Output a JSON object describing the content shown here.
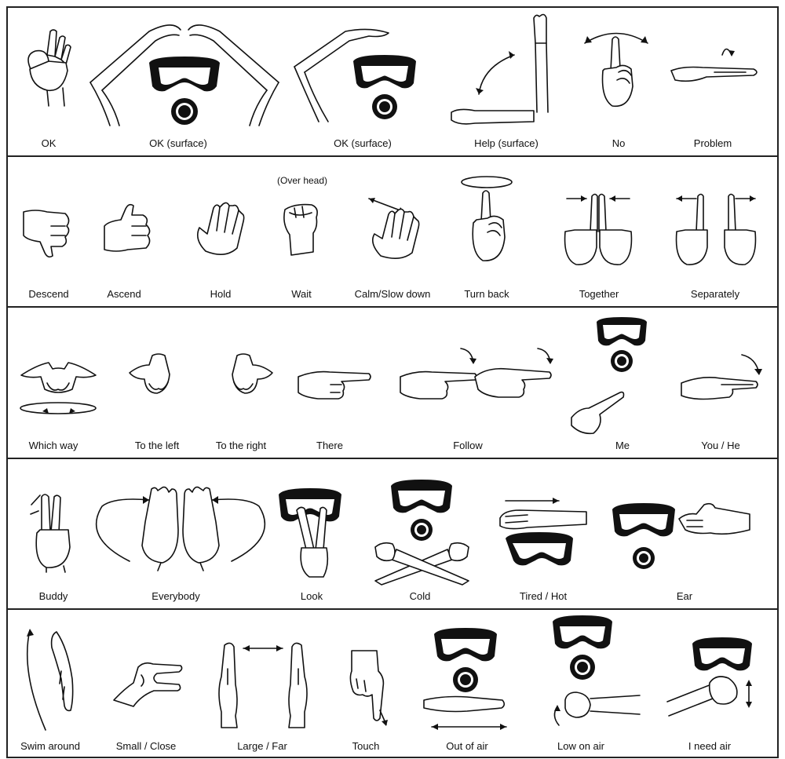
{
  "rows": [
    {
      "signs": [
        {
          "label": "OK",
          "icon": "ok-hand-icon"
        },
        {
          "label": "OK (surface)",
          "icon": "arms-over-head-icon"
        },
        {
          "label": "OK (surface)",
          "icon": "one-arm-over-head-icon"
        },
        {
          "label": "Help (surface)",
          "icon": "waving-arm-icon"
        },
        {
          "label": "No",
          "icon": "finger-wag-icon"
        },
        {
          "label": "Problem",
          "icon": "flat-hand-rock-icon"
        }
      ]
    },
    {
      "note": "(Over head)",
      "signs": [
        {
          "label": "Descend",
          "icon": "thumb-down-icon"
        },
        {
          "label": "Ascend",
          "icon": "thumb-up-icon"
        },
        {
          "label": "Hold",
          "icon": "open-palm-icon"
        },
        {
          "label": "Wait",
          "icon": "fist-icon"
        },
        {
          "label": "Calm/Slow down",
          "icon": "palm-down-wave-icon"
        },
        {
          "label": "Turn back",
          "icon": "finger-circle-icon"
        },
        {
          "label": "Together",
          "icon": "fingers-together-icon"
        },
        {
          "label": "Separately",
          "icon": "fingers-apart-icon"
        }
      ]
    },
    {
      "signs": [
        {
          "label": "Which way",
          "icon": "hands-spread-icon"
        },
        {
          "label": "To the left",
          "icon": "hand-left-icon"
        },
        {
          "label": "To the right",
          "icon": "hand-right-icon"
        },
        {
          "label": "There",
          "icon": "pointing-hand-icon"
        },
        {
          "label": "Follow",
          "icon": "two-pointing-hands-icon"
        },
        {
          "label": "Me",
          "icon": "point-at-self-icon"
        },
        {
          "label": "You / He",
          "icon": "point-forward-icon"
        }
      ]
    },
    {
      "signs": [
        {
          "label": "Buddy",
          "icon": "two-fingers-side-icon"
        },
        {
          "label": "Everybody",
          "icon": "cupped-hands-sweep-icon"
        },
        {
          "label": "Look",
          "icon": "v-fingers-eyes-icon"
        },
        {
          "label": "Cold",
          "icon": "crossed-arms-icon"
        },
        {
          "label": "Tired / Hot",
          "icon": "hand-wipe-forehead-icon"
        },
        {
          "label": "Ear",
          "icon": "hand-at-ear-icon"
        }
      ]
    },
    {
      "signs": [
        {
          "label": "Swim around",
          "icon": "hand-circle-icon"
        },
        {
          "label": "Small / Close",
          "icon": "pinch-icon"
        },
        {
          "label": "Large / Far",
          "icon": "hands-wide-icon"
        },
        {
          "label": "Touch",
          "icon": "finger-touch-icon"
        },
        {
          "label": "Out of air",
          "icon": "slash-throat-icon"
        },
        {
          "label": "Low on air",
          "icon": "fist-chest-icon"
        },
        {
          "label": "I need air",
          "icon": "fist-up-down-icon"
        }
      ]
    }
  ]
}
